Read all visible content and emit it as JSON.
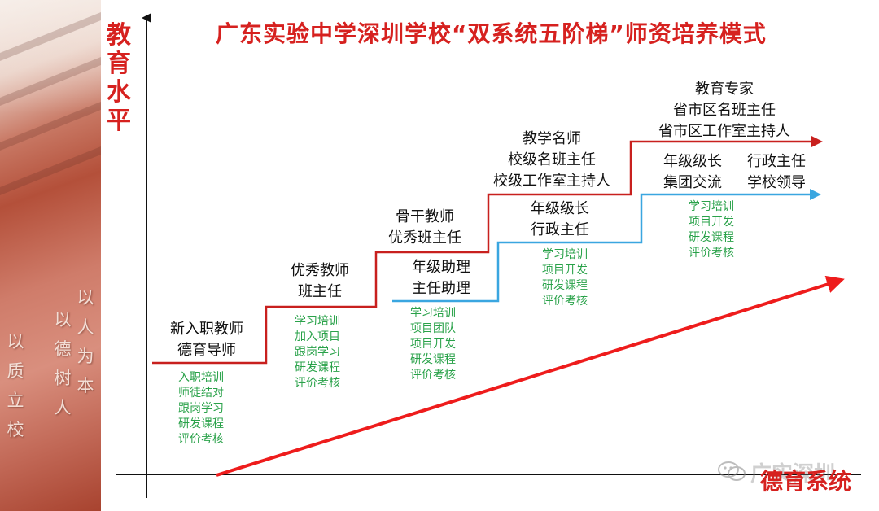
{
  "title": "广东实验中学深圳学校“双系统五阶梯”师资培养模式",
  "y_axis_label": "教育水平",
  "x_axis_label": "德育系统",
  "watermark": "广实深圳",
  "motto": [
    "以人为本",
    "以德树人",
    "以质立校"
  ],
  "colors": {
    "accent": "#d6211f",
    "step_line": "#c8201e",
    "blue_line": "#3aa6e0",
    "training_text": "#2aa24a"
  },
  "teaching_stages": [
    [
      "新入职教师",
      "德育导师"
    ],
    [
      "优秀教师",
      "班主任"
    ],
    [
      "骨干教师",
      "优秀班主任"
    ],
    [
      "教学名师",
      "校级名班主任",
      "校级工作室主持人"
    ],
    [
      "教育专家",
      "省市区名班主任",
      "省市区工作室主持人"
    ]
  ],
  "management_stages": [
    [
      "年级助理",
      "主任助理"
    ],
    [
      "年级级长",
      "行政主任"
    ],
    [
      "年级级长",
      "集团交流"
    ],
    [
      "行政主任",
      "学校领导"
    ]
  ],
  "training": [
    [
      "入职培训",
      "师徒结对",
      "跟岗学习",
      "研发课程",
      "评价考核"
    ],
    [
      "学习培训",
      "加入项目",
      "跟岗学习",
      "研发课程",
      "评价考核"
    ],
    [
      "学习培训",
      "项目团队",
      "项目开发",
      "研发课程",
      "评价考核"
    ],
    [
      "学习培训",
      "项目开发",
      "研发课程",
      "评价考核"
    ],
    [
      "学习培训",
      "项目开发",
      "研发课程",
      "评价考核"
    ]
  ]
}
